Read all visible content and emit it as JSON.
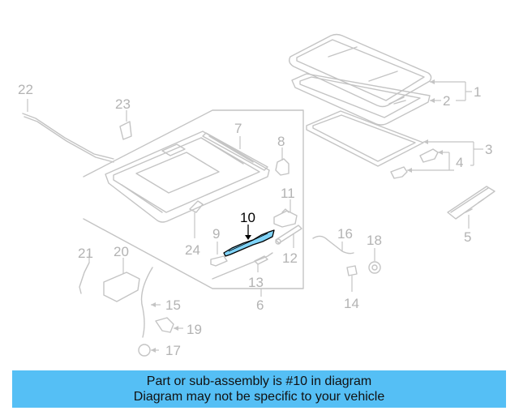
{
  "diagram": {
    "highlighted_part": "10",
    "highlight_color": "#55bff5",
    "callouts": {
      "c1": "1",
      "c2": "2",
      "c3": "3",
      "c4": "4",
      "c5": "5",
      "c6": "6",
      "c7": "7",
      "c8": "8",
      "c9": "9",
      "c10": "10",
      "c11": "11",
      "c12": "12",
      "c13": "13",
      "c14": "14",
      "c15": "15",
      "c16": "16",
      "c17": "17",
      "c18": "18",
      "c19": "19",
      "c20": "20",
      "c21": "21",
      "c22": "22",
      "c23": "23",
      "c24": "24"
    }
  },
  "banner": {
    "line1": "Part or sub-assembly is #10 in diagram",
    "line2": "Diagram may not be specific to your vehicle",
    "background": "#55bff5"
  }
}
